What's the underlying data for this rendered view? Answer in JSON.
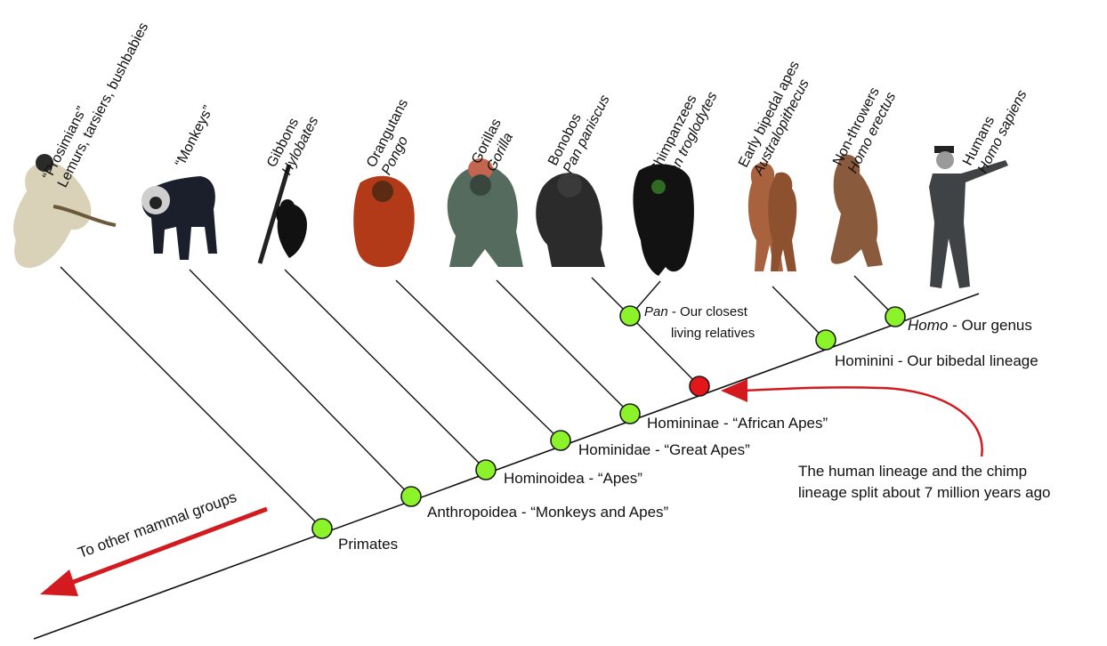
{
  "taxa": [
    {
      "common": "“Prosimians”",
      "latin": "Lemurs, tarsiers, bushbabies",
      "latin_italic": false,
      "icon": "lemur-icon"
    },
    {
      "common": "",
      "latin": "“Monkeys”",
      "latin_italic": false,
      "icon": "monkey-icon"
    },
    {
      "common": "Gibbons",
      "latin": "Hylobates",
      "latin_italic": true,
      "icon": "gibbon-icon"
    },
    {
      "common": "Orangutans",
      "latin": "Pongo",
      "latin_italic": true,
      "icon": "orangutan-icon"
    },
    {
      "common": "Gorillas",
      "latin": "Gorilla",
      "latin_italic": true,
      "icon": "gorilla-icon"
    },
    {
      "common": "Bonobos",
      "latin": "Pan paniscus",
      "latin_italic": true,
      "icon": "bonobo-icon"
    },
    {
      "common": "Chimpanzees",
      "latin": "Pan troglodytes",
      "latin_italic": true,
      "icon": "chimpanzee-icon"
    },
    {
      "common": "Early bipedal apes",
      "latin": "Australopithecus",
      "latin_italic": true,
      "icon": "australopithecus-icon"
    },
    {
      "common": "Non-throwers",
      "latin": "Homo erectus",
      "latin_italic": true,
      "icon": "homo-erectus-icon"
    },
    {
      "common": "Humans",
      "latin": "Homo sapiens",
      "latin_italic": true,
      "icon": "human-icon"
    }
  ],
  "nodes": {
    "primates": "Primates",
    "anthropoidea": "Anthropoidea - “Monkeys and Apes”",
    "hominoidea": "Hominoidea - “Apes”",
    "hominidae": "Hominidae - “Great Apes”",
    "homininae": "Homininae - “African Apes”",
    "hominini": "Hominini - Our bibedal lineage",
    "pan_italic": "Pan",
    "pan_rest": " - Our closest",
    "pan_line2": "living relatives",
    "homo_italic": "Homo",
    "homo_rest": " - Our genus"
  },
  "annotations": {
    "to_other": "To other mammal groups",
    "split_line1": "The human lineage and the chimp",
    "split_line2": "lineage split about 7 million years ago"
  },
  "colors": {
    "node_green": "#8cf22a",
    "node_red": "#e3161b",
    "arrow_red": "#d31a1f",
    "line": "#111111"
  }
}
